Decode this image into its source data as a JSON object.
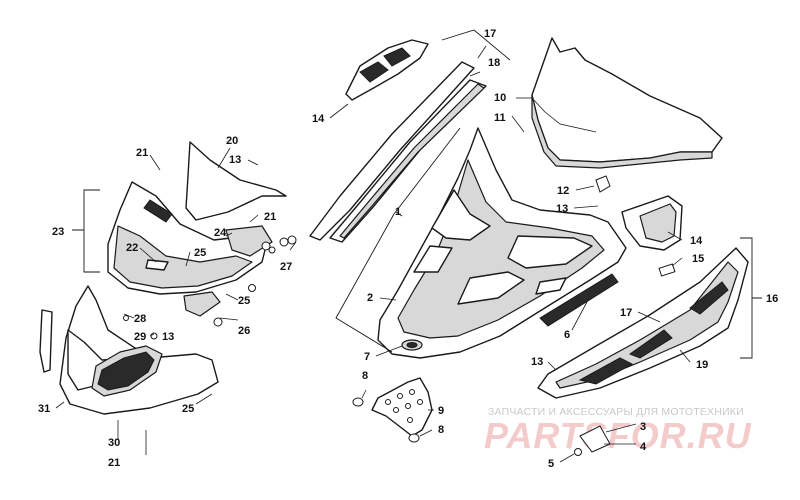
{
  "callouts": [
    {
      "id": "c1",
      "label": "1"
    },
    {
      "id": "c2",
      "label": "2"
    },
    {
      "id": "c3",
      "label": "3"
    },
    {
      "id": "c4",
      "label": "4"
    },
    {
      "id": "c5",
      "label": "5"
    },
    {
      "id": "c6",
      "label": "6"
    },
    {
      "id": "c7",
      "label": "7"
    },
    {
      "id": "c8a",
      "label": "8"
    },
    {
      "id": "c8b",
      "label": "8"
    },
    {
      "id": "c9",
      "label": "9"
    },
    {
      "id": "c10",
      "label": "10"
    },
    {
      "id": "c11",
      "label": "11"
    },
    {
      "id": "c12",
      "label": "12"
    },
    {
      "id": "c13a",
      "label": "13"
    },
    {
      "id": "c13b",
      "label": "13"
    },
    {
      "id": "c13c",
      "label": "13"
    },
    {
      "id": "c13d",
      "label": "13"
    },
    {
      "id": "c14a",
      "label": "14"
    },
    {
      "id": "c14b",
      "label": "14"
    },
    {
      "id": "c15",
      "label": "15"
    },
    {
      "id": "c16",
      "label": "16"
    },
    {
      "id": "c17a",
      "label": "17"
    },
    {
      "id": "c17b",
      "label": "17"
    },
    {
      "id": "c18",
      "label": "18"
    },
    {
      "id": "c19",
      "label": "19"
    },
    {
      "id": "c20",
      "label": "20"
    },
    {
      "id": "c21a",
      "label": "21"
    },
    {
      "id": "c21b",
      "label": "21"
    },
    {
      "id": "c21c",
      "label": "21"
    },
    {
      "id": "c22",
      "label": "22"
    },
    {
      "id": "c23",
      "label": "23"
    },
    {
      "id": "c24",
      "label": "24"
    },
    {
      "id": "c25a",
      "label": "25"
    },
    {
      "id": "c25b",
      "label": "25"
    },
    {
      "id": "c25c",
      "label": "25"
    },
    {
      "id": "c26",
      "label": "26"
    },
    {
      "id": "c27",
      "label": "27"
    },
    {
      "id": "c28",
      "label": "28"
    },
    {
      "id": "c29",
      "label": "29"
    },
    {
      "id": "c30",
      "label": "30"
    },
    {
      "id": "c31",
      "label": "31"
    }
  ],
  "watermark": {
    "tagline": "ЗАПЧАСТИ И АКСЕССУАРЫ ДЛЯ МОТОТЕХНИКИ",
    "brand": "PARTSFOR.RU"
  },
  "colors": {
    "line": "#1a1a1a",
    "watermark_brand": "#f3c9c9",
    "watermark_tagline": "#c9c9c9"
  }
}
